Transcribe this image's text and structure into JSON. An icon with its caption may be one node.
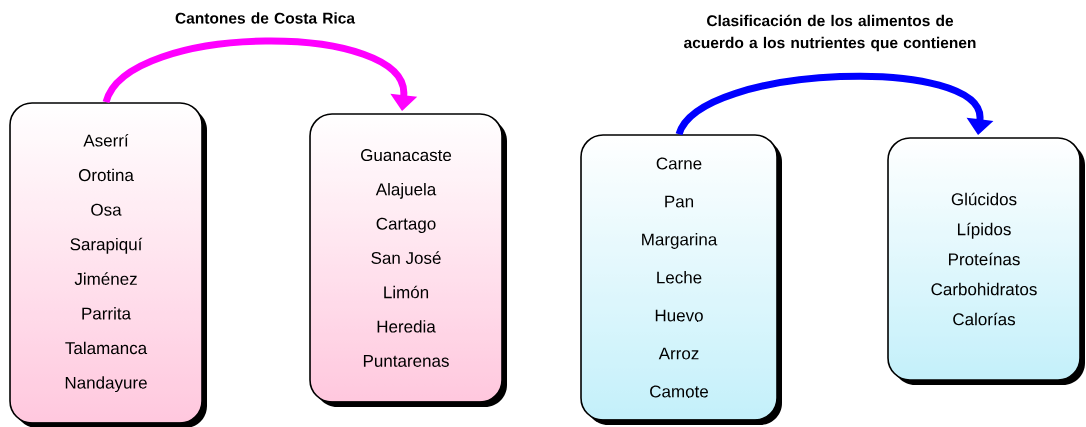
{
  "diagram": {
    "nodes": [
      {
        "text": [
          "Aserrí",
          "Orotina",
          "Osa",
          "Sarapiquí",
          "Jiménez",
          "Parrita",
          "Talamanca",
          "Nandayure"
        ]
      },
      {
        "text": [
          "Guanacaste",
          "Alajuela",
          "Cartago",
          "San José",
          "Limón",
          "Heredia",
          "Puntarenas"
        ]
      },
      {
        "text": [
          "Carne",
          "Pan",
          "Margarina",
          "Leche",
          "Huevo",
          "Arroz",
          "Camote"
        ]
      },
      {
        "text": [
          "Glúcidos",
          "Lípidos",
          "Proteínas",
          "Carbohidratos",
          "Calorías"
        ]
      }
    ],
    "edges": [
      {
        "from": 0,
        "to": 1,
        "arrow": "to",
        "color": "#ff00ff"
      },
      {
        "from": 2,
        "to": 3,
        "arrow": "to",
        "color": "#0000ff"
      }
    ],
    "labels": [
      "Cantones de Costa Rica",
      "Clasificación de los alimentos de acuerdo a los nutrientes que contienen"
    ]
  }
}
